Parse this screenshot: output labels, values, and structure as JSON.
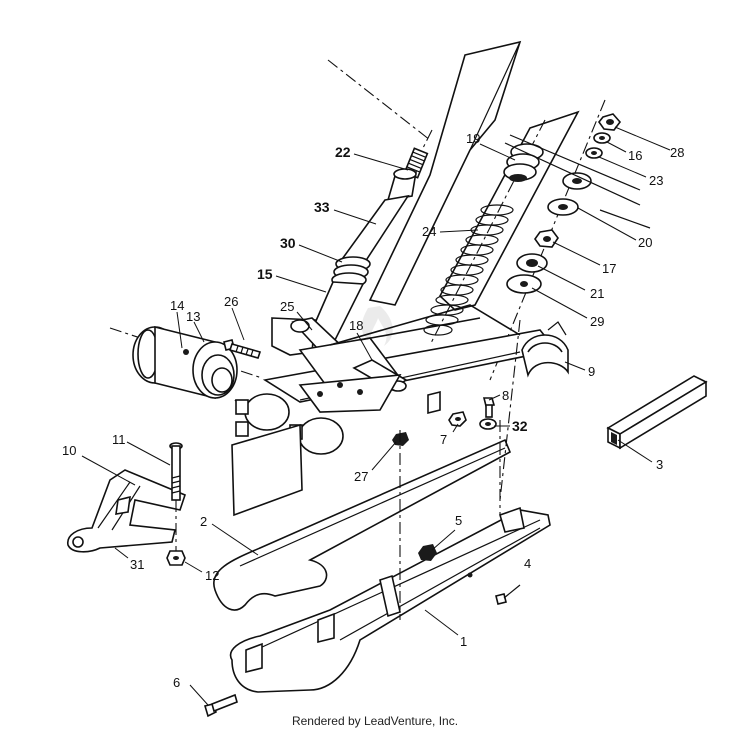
{
  "diagram": {
    "footer": "Rendered by LeadVenture, Inc.",
    "labels": {
      "1": "1",
      "2": "2",
      "3": "3",
      "4": "4",
      "5": "5",
      "6": "6",
      "7": "7",
      "8": "8",
      "9": "9",
      "10": "10",
      "11": "11",
      "12": "12",
      "13": "13",
      "14": "14",
      "15": "15",
      "16": "16",
      "17": "17",
      "18": "18",
      "19": "19",
      "20": "20",
      "21": "21",
      "22": "22",
      "23": "23",
      "24": "24",
      "25": "25",
      "26": "26",
      "27": "27",
      "28": "28",
      "29": "29",
      "30": "30",
      "31": "31",
      "32": "32",
      "33": "33"
    }
  }
}
